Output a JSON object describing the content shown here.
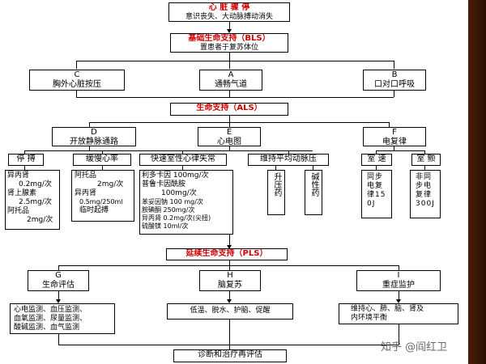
{
  "top": {
    "title": "心 脏 骤 停",
    "subtitle": "意识丧失、大动脉搏动消失"
  },
  "bls": {
    "title": "基础生命支持（BLS）",
    "subtitle": "置患者于复苏体位"
  },
  "bls_items": [
    {
      "letter": "C",
      "label": "胸外心脏按压"
    },
    {
      "letter": "A",
      "label": "通畅气道"
    },
    {
      "letter": "B",
      "label": "口对口呼吸"
    }
  ],
  "als": {
    "title": "生命支持（ALS）"
  },
  "als_items": [
    {
      "letter": "D",
      "label": "开放静脉通路"
    },
    {
      "letter": "E",
      "label": "心电图"
    },
    {
      "letter": "F",
      "label": "电复律"
    }
  ],
  "d_cats": [
    "停 搏",
    "缓慢心率",
    "快速室性心律失常",
    "维持平均动脉压"
  ],
  "f_cats": [
    "室 速",
    "室 颤"
  ],
  "stop_drugs": [
    "异丙肾",
    "0.2mg/次",
    "肾上腺素",
    "2.5mg/次",
    "阿托品",
    "2mg/次"
  ],
  "slow_drugs": [
    "阿托品",
    "2mg/次",
    "异丙肾",
    "0.5mg/250ml",
    "临时起搏"
  ],
  "fast_drugs": [
    "利多卡因 100mg/次",
    "普鲁卡因酰胺",
    "100mg/次",
    "苯妥因钠 100 mg/次",
    "胺碘酮 250mg/次",
    "异丙肾 0.2mg/次(尖扭)",
    "硫酸镁 10ml/次"
  ],
  "map_drugs": [
    "升压药",
    "碱性药"
  ],
  "vt": "同步电复律150J",
  "vf": "非同步电复律300J",
  "pls": {
    "title": "延续生命支持（PLS）"
  },
  "pls_items": [
    {
      "letter": "G",
      "label": "生命评估"
    },
    {
      "letter": "H",
      "label": "脑复苏"
    },
    {
      "letter": "I",
      "label": "重症监护"
    }
  ],
  "g_detail": [
    "心电监测、血压监测、",
    "血氧监测、尿量监测、",
    "酸碱监测、血气监测"
  ],
  "h_detail": "低温、脱水、护脑、促醒",
  "i_detail": [
    "维持心、肺、脑、肾及",
    "内环境平衡"
  ],
  "final": "诊断和治疗再评估",
  "watermark": "知乎 @阎红卫"
}
